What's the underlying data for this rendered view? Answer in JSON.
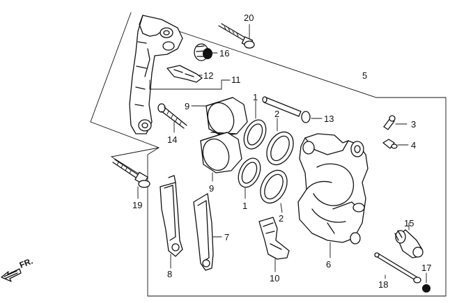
{
  "callouts": {
    "p1a": "1",
    "p1b": "1",
    "p2a": "2",
    "p2b": "2",
    "p3": "3",
    "p4": "4",
    "p5": "5",
    "p6": "6",
    "p7": "7",
    "p8": "8",
    "p9a": "9",
    "p9b": "9",
    "p10": "10",
    "p11": "11",
    "p12": "12",
    "p13": "13",
    "p14": "14",
    "p15": "15",
    "p16": "16",
    "p17": "17",
    "p18": "18",
    "p19": "19",
    "p20": "20"
  },
  "direction_label": "FR."
}
